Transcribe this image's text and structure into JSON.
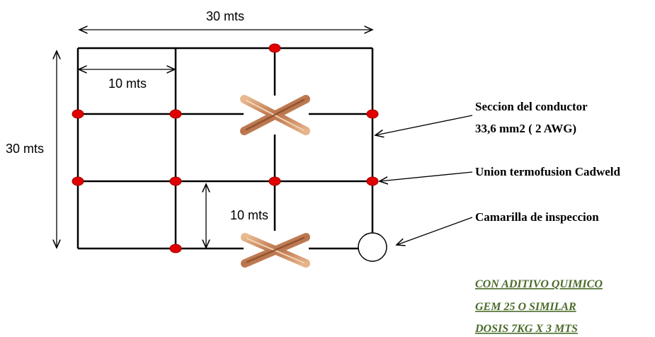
{
  "dimensions": {
    "top_width": "30 mts",
    "left_height": "30 mts",
    "cell_width": "10 mts",
    "cell_height": "10 mts"
  },
  "annotations": {
    "conductor_line1": "Seccion del conductor",
    "conductor_line2": "33,6 mm2 ( 2 AWG)",
    "union": "Union termofusion Cadweld",
    "inspection": "Camarilla de inspeccion"
  },
  "notes": [
    "CON ADITIVO QUIMICO",
    "GEM 25 O SIMILAR",
    "DOSIS 7KG X 3 MTS"
  ],
  "colors": {
    "grid": "#000000",
    "node": "#e00000",
    "note": "#4a6b2a",
    "copper": "#c98a5a"
  }
}
